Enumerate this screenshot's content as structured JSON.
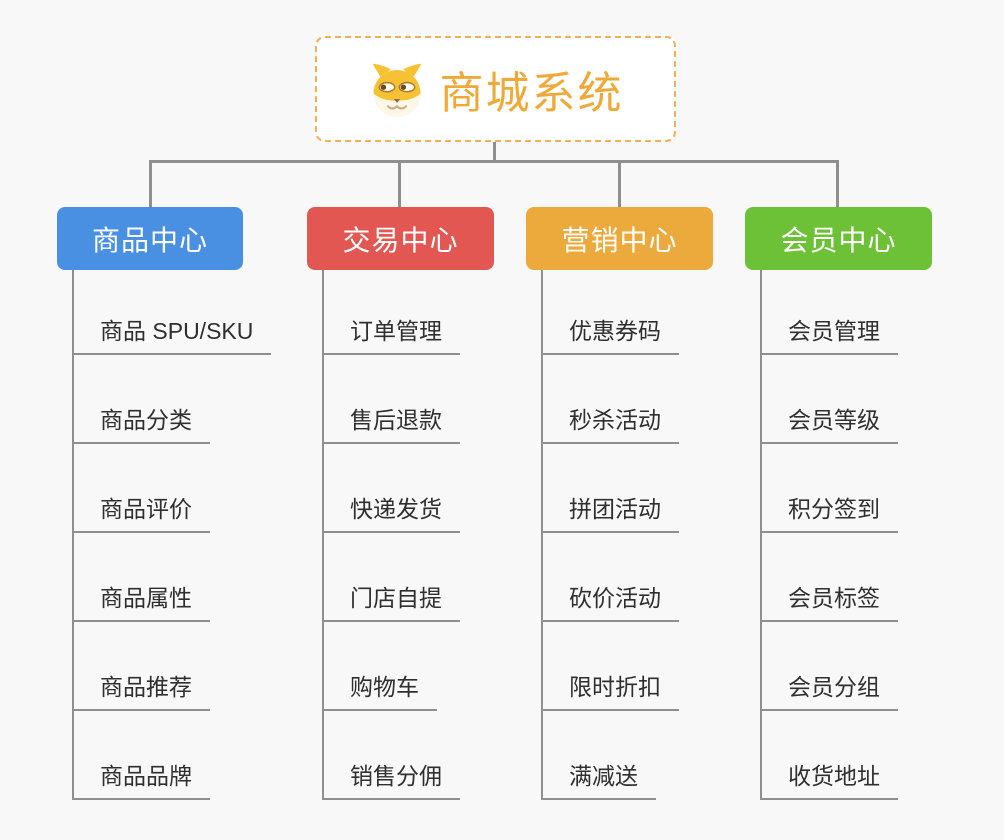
{
  "canvas": {
    "background_color": "#f8f8f8",
    "connector_color": "#8f8f8f"
  },
  "root": {
    "title": "商城系统",
    "icon": "dog-face-icon",
    "text_color": "#efa938",
    "border_color": "#f2b054",
    "background_color": "#ffffff"
  },
  "branches": [
    {
      "label": "商品中心",
      "color": "#4a90e2",
      "children": [
        "商品 SPU/SKU",
        "商品分类",
        "商品评价",
        "商品属性",
        "商品推荐",
        "商品品牌"
      ]
    },
    {
      "label": "交易中心",
      "color": "#e25752",
      "children": [
        "订单管理",
        "售后退款",
        "快递发货",
        "门店自提",
        "购物车",
        "销售分佣"
      ]
    },
    {
      "label": "营销中心",
      "color": "#edaa3c",
      "children": [
        "优惠券码",
        "秒杀活动",
        "拼团活动",
        "砍价活动",
        "限时折扣",
        "满减送"
      ]
    },
    {
      "label": "会员中心",
      "color": "#6dc136",
      "children": [
        "会员管理",
        "会员等级",
        "积分签到",
        "会员标签",
        "会员分组",
        "收货地址"
      ]
    }
  ]
}
